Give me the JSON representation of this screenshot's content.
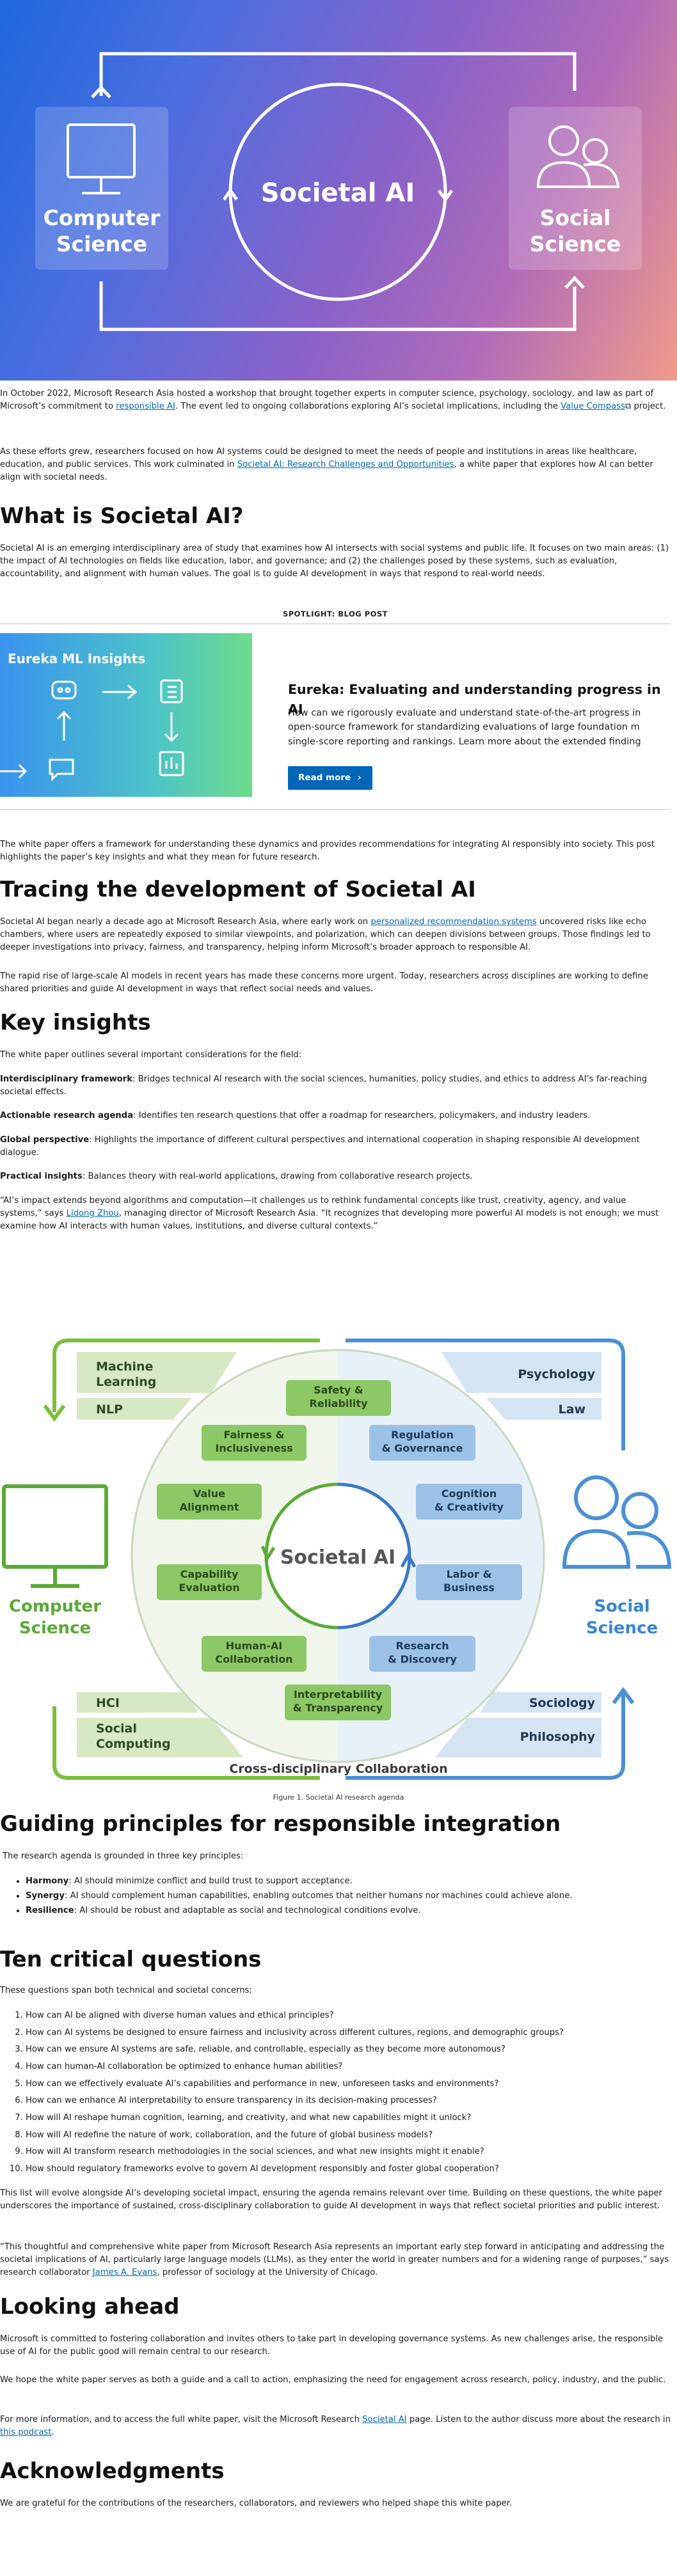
{
  "hero": {
    "left_box": [
      "Computer",
      "Science"
    ],
    "center": "Societal AI",
    "right_box": [
      "Social",
      "Science"
    ]
  },
  "intro": {
    "p1_a": "In October 2022, Microsoft Research Asia hosted a workshop that brought together experts in computer science, psychology, sociology, and law as part of Microsoft’s commitment to ",
    "p1_link1": "responsible AI",
    "p1_b": ". The event led to ongoing collaborations exploring AI’s societal implications, including the ",
    "p1_link2": "Value Compass",
    "p1_c": " project.",
    "p2_a": "As these efforts grew, researchers focused on how AI systems could be designed to meet the needs of people and institutions in areas like healthcare, education, and public services. This work culminated in ",
    "p2_link": "Societal AI: Research Challenges and Opportunities",
    "p2_b": ", a white paper that explores how AI can better align with societal needs."
  },
  "what": {
    "heading": "What is Societal AI?",
    "body": "Societal AI is an emerging interdisciplinary area of study that examines how AI intersects with social systems and public life. It focuses on two main areas: (1) the impact of AI technologies on fields like education, labor, and governance; and (2) the challenges posed by these systems, such as evaluation, accountability, and alignment with human values. The goal is to guide AI development in ways that respond to real-world needs."
  },
  "spotlight": {
    "label": "SPOTLIGHT: BLOG POST",
    "image_title": "Eureka ML Insights",
    "title": "Eureka: Evaluating and understanding progress in AI",
    "lines": [
      "How can we rigorously evaluate and understand state-of-the-art progress in",
      "open-source framework for standardizing evaluations of large foundation m",
      "single-score reporting and rankings. Learn more about the extended finding"
    ],
    "button": "Read more",
    "button_icon": "chevron-right-icon"
  },
  "framework": {
    "body": "The white paper offers a framework for understanding these dynamics and provides recommendations for integrating AI responsibly into society. This post highlights the paper’s key insights and what they mean for future research."
  },
  "tracing": {
    "heading": "Tracing the development of Societal AI",
    "p1_a": "Societal AI began nearly a decade ago at Microsoft Research Asia, where early work on ",
    "p1_link": "personalized recommendation systems",
    "p1_b": " uncovered risks like echo chambers, where users are repeatedly exposed to similar viewpoints, and polarization, which can deepen divisions between groups. Those findings led to deeper investigations into privacy, fairness, and transparency, helping inform Microsoft’s broader approach to responsible AI.",
    "p2": "The rapid rise of large-scale AI models in recent years has made these concerns more urgent. Today, researchers across disciplines are working to define shared priorities and guide AI development in ways that reflect social needs and values."
  },
  "insights": {
    "heading": "Key insights",
    "intro": "The white paper outlines several important considerations for the field:",
    "items": [
      {
        "term": "Interdisciplinary framework",
        "text": ": Bridges technical AI research with the social sciences, humanities, policy studies, and ethics to address AI’s far-reaching societal effects."
      },
      {
        "term": "Actionable research agenda",
        "text": ": Identifies ten research questions that offer a roadmap for researchers, policymakers, and industry leaders."
      },
      {
        "term": "Global perspective",
        "text": ": Highlights the importance of different cultural perspectives and international cooperation in shaping responsible AI development dialogue."
      },
      {
        "term": "Practical insights",
        "text": ": Balances theory with real-world applications, drawing from collaborative research projects."
      }
    ],
    "quote_a": "“AI’s impact extends beyond algorithms and computation—it challenges us to rethink fundamental concepts like trust, creativity, agency, and value systems,” says ",
    "quote_link": "Lidong Zhou",
    "quote_b": ", managing director of Microsoft Research Asia. “It recognizes that developing more powerful AI models is not enough; we must examine how AI interacts with human values, institutions, and diverse cultural contexts.”"
  },
  "figure": {
    "left_tags": [
      [
        "Machine",
        "Learning"
      ],
      [
        "NLP"
      ],
      [
        "HCI"
      ],
      [
        "Social",
        "Computing"
      ]
    ],
    "right_tags": [
      [
        "Psychology"
      ],
      [
        "Law"
      ],
      [
        "Sociology"
      ],
      [
        "Philosophy"
      ]
    ],
    "left_label": [
      "Computer",
      "Science"
    ],
    "right_label": [
      "Social",
      "Science"
    ],
    "center": "Societal AI",
    "green_items": [
      [
        "Safety &",
        "Reliability"
      ],
      [
        "Fairness &",
        "Inclusiveness"
      ],
      [
        "Value",
        "Alignment"
      ],
      [
        "Capability",
        "Evaluation"
      ],
      [
        "Human-AI",
        "Collaboration"
      ],
      [
        "Interpretability",
        "& Transparency"
      ]
    ],
    "blue_items": [
      [
        "Regulation",
        "& Governance"
      ],
      [
        "Cognition",
        "& Creativity"
      ],
      [
        "Labor &",
        "Business"
      ],
      [
        "Research",
        "& Discovery"
      ]
    ],
    "bottom": "Cross-disciplinary Collaboration",
    "caption": "Figure 1. Societal AI research agenda"
  },
  "principles": {
    "heading": "Guiding principles for responsible integration",
    "intro": "The research agenda is grounded in three key principles:",
    "items": [
      {
        "term": "Harmony",
        "text": ": AI should minimize conflict and build trust to support acceptance."
      },
      {
        "term": "Synergy",
        "text": ": AI should complement human capabilities, enabling outcomes that neither humans nor machines could achieve alone."
      },
      {
        "term": "Resilience",
        "text": ": AI should be robust and adaptable as social and technological conditions evolve."
      }
    ]
  },
  "questions": {
    "heading": "Ten critical questions",
    "intro": "These questions span both technical and societal concerns:",
    "items": [
      "How can AI be aligned with diverse human values and ethical principles?",
      "How can AI systems be designed to ensure fairness and inclusivity across different cultures, regions, and demographic groups?",
      "How can we ensure AI systems are safe, reliable, and controllable, especially as they become more autonomous?",
      "How can human-AI collaboration be optimized to enhance human abilities?",
      "How can we effectively evaluate AI’s capabilities and performance in new, unforeseen tasks and environments?",
      "How can we enhance AI interpretability to ensure transparency in its decision-making processes?",
      "How will AI reshape human cognition, learning, and creativity, and what new capabilities might it unlock?",
      "How will AI redefine the nature of work, collaboration, and the future of global business models?",
      "How will AI transform research methodologies in the social sciences, and what new insights might it enable?",
      "How should regulatory frameworks evolve to govern AI development responsibly and foster global cooperation?"
    ],
    "p1": "This list will evolve alongside AI’s developing societal impact, ensuring the agenda remains relevant over time. Building on these questions, the white paper underscores the importance of sustained, cross-disciplinary collaboration to guide AI development in ways that reflect societal priorities and public interest.",
    "quote_a": "“This thoughtful and comprehensive white paper from Microsoft Research Asia represents an important early step forward in anticipating and addressing the societal implications of AI, particularly large language models (LLMs), as they enter the world in greater numbers and for a widening range of purposes,” says research collaborator ",
    "quote_link": "James A. Evans",
    "quote_b": ", professor of sociology at the University of Chicago."
  },
  "ahead": {
    "heading": "Looking ahead",
    "p1": "Microsoft is committed to fostering collaboration and invites others to take part in developing governance systems. As new challenges arise, the responsible use of AI for the public good will remain central to our research.",
    "p2": "We hope the white paper serves as both a guide and a call to action, emphasizing the need for engagement across research, policy, industry, and the public.",
    "p3_a": "For more information, and to access the full white paper, visit the Microsoft Research ",
    "p3_link1": "Societal AI",
    "p3_b": " page. Listen to the author discuss more about the research in ",
    "p3_link2": "this podcast",
    "p3_c": "."
  },
  "ack": {
    "heading": "Acknowledgments",
    "body": "We are grateful for the contributions of the researchers, collaborators, and reviewers who helped shape this white paper."
  }
}
